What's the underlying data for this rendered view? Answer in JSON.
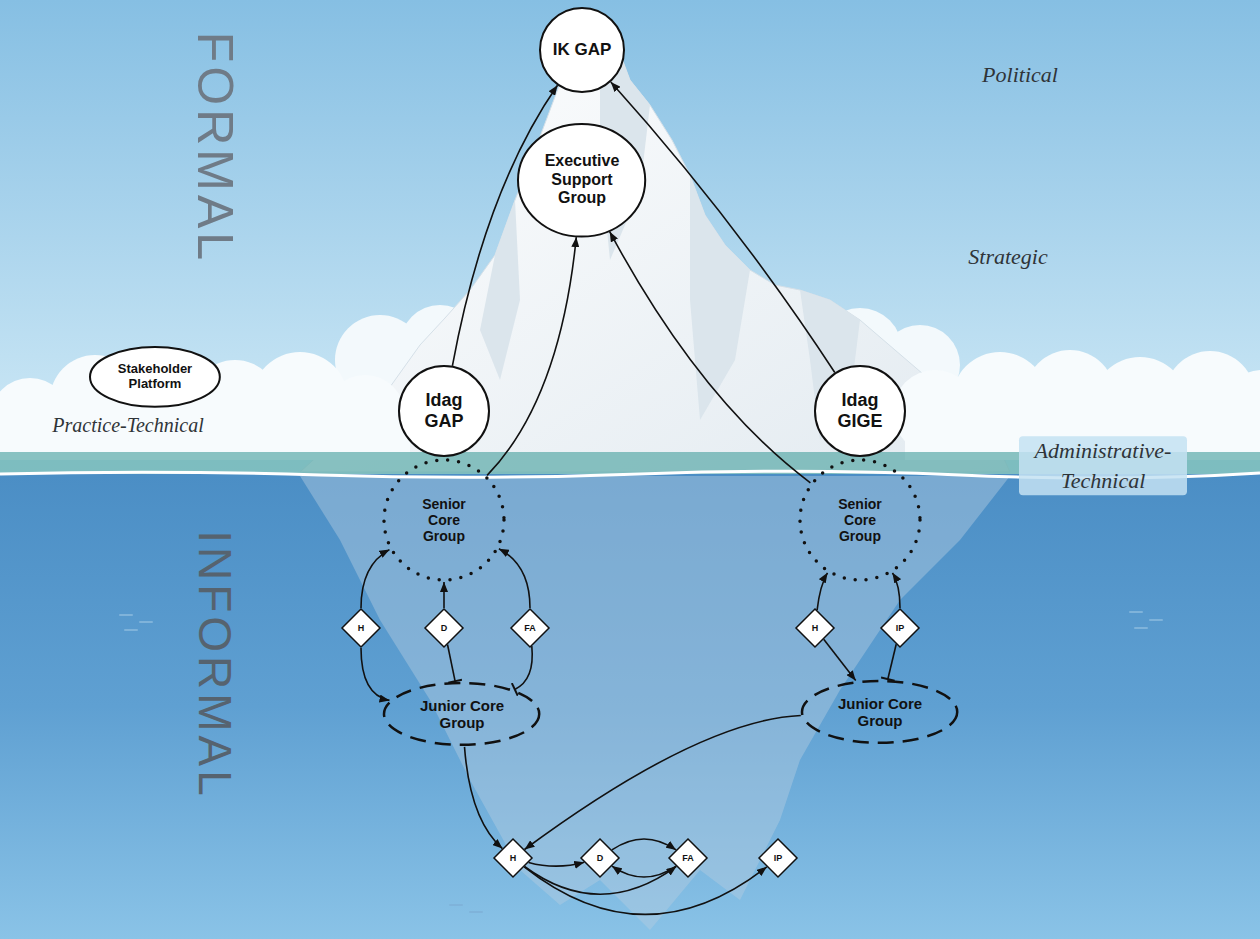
{
  "diagram": {
    "nodes": [
      {
        "text": [
          "IK GAP"
        ]
      },
      {
        "text": [
          "Executive Support Group"
        ]
      },
      {
        "text": [
          "Stakeholder Platform"
        ]
      },
      {
        "text": [
          "Idag GAP"
        ]
      },
      {
        "text": [
          "Idag GIGE"
        ]
      },
      {
        "text": [
          "Senior Core Group"
        ]
      },
      {
        "text": [
          "H"
        ]
      },
      {
        "text": [
          "D"
        ]
      },
      {
        "text": [
          "FA"
        ]
      },
      {
        "text": [
          "Junior Core Group"
        ]
      },
      {
        "text": [
          "Senior Core Group"
        ]
      },
      {
        "text": [
          "H"
        ]
      },
      {
        "text": [
          "IP"
        ]
      },
      {
        "text": [
          "Junior Core Group"
        ]
      },
      {
        "text": [
          "H"
        ]
      },
      {
        "text": [
          "D"
        ]
      },
      {
        "text": [
          "FA"
        ]
      },
      {
        "text": [
          "IP"
        ]
      }
    ],
    "edges": [
      {
        "from": 3,
        "to": 0,
        "arrow": "to"
      },
      {
        "from": 4,
        "to": 0,
        "arrow": "to"
      },
      {
        "from": 5,
        "to": 1,
        "arrow": "to"
      },
      {
        "from": 10,
        "to": 1,
        "arrow": "to"
      },
      {
        "from": 6,
        "to": 5,
        "arrow": "to"
      },
      {
        "from": 6,
        "to": 9,
        "arrow": "to"
      },
      {
        "from": 7,
        "to": 5,
        "arrow": "to"
      },
      {
        "from": 7,
        "to": 9,
        "arrow": "none"
      },
      {
        "from": 8,
        "to": 5,
        "arrow": "to"
      },
      {
        "from": 8,
        "to": 9,
        "arrow": "none"
      },
      {
        "from": 11,
        "to": 10,
        "arrow": "to"
      },
      {
        "from": 11,
        "to": 13,
        "arrow": "to"
      },
      {
        "from": 12,
        "to": 10,
        "arrow": "to"
      },
      {
        "from": 12,
        "to": 13,
        "arrow": "none"
      },
      {
        "from": 9,
        "to": 14,
        "arrow": "to"
      },
      {
        "from": 13,
        "to": 14,
        "arrow": "to"
      },
      {
        "from": 14,
        "to": 15,
        "arrow": "to"
      },
      {
        "from": 15,
        "to": 16,
        "arrow": "to"
      },
      {
        "from": 16,
        "to": 15,
        "arrow": "to"
      },
      {
        "from": 14,
        "to": 16,
        "arrow": "to"
      },
      {
        "from": 14,
        "to": 17,
        "arrow": "to"
      }
    ],
    "labels": [
      "FORMAL",
      "Political",
      "Strategic",
      "Practice-Technical",
      "Administrative-Technical",
      "INFORMAL"
    ]
  }
}
